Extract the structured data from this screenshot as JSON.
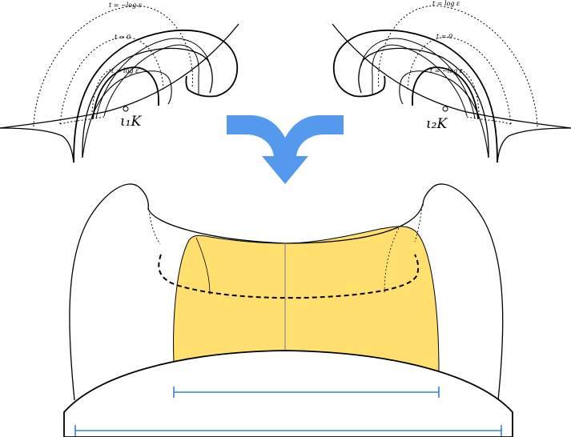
{
  "labels": {
    "left_t_top": "t = −log ε",
    "left_t_mid": "t = 0",
    "left_t_low": "t = log ε",
    "left_point": "ι₁K",
    "right_t_top": "t = log ε",
    "right_t_mid": "t = 0",
    "right_t_low": "t = −log ε",
    "right_point": "ι₂K"
  },
  "colors": {
    "stroke": "#000000",
    "arrow": "#5599ee",
    "fill_region": "#ffdf6e",
    "scale_bar": "#3a7fd6",
    "midline": "#8a8a8a"
  },
  "icons": {
    "merge_arrow": "merge-arrow-icon"
  }
}
